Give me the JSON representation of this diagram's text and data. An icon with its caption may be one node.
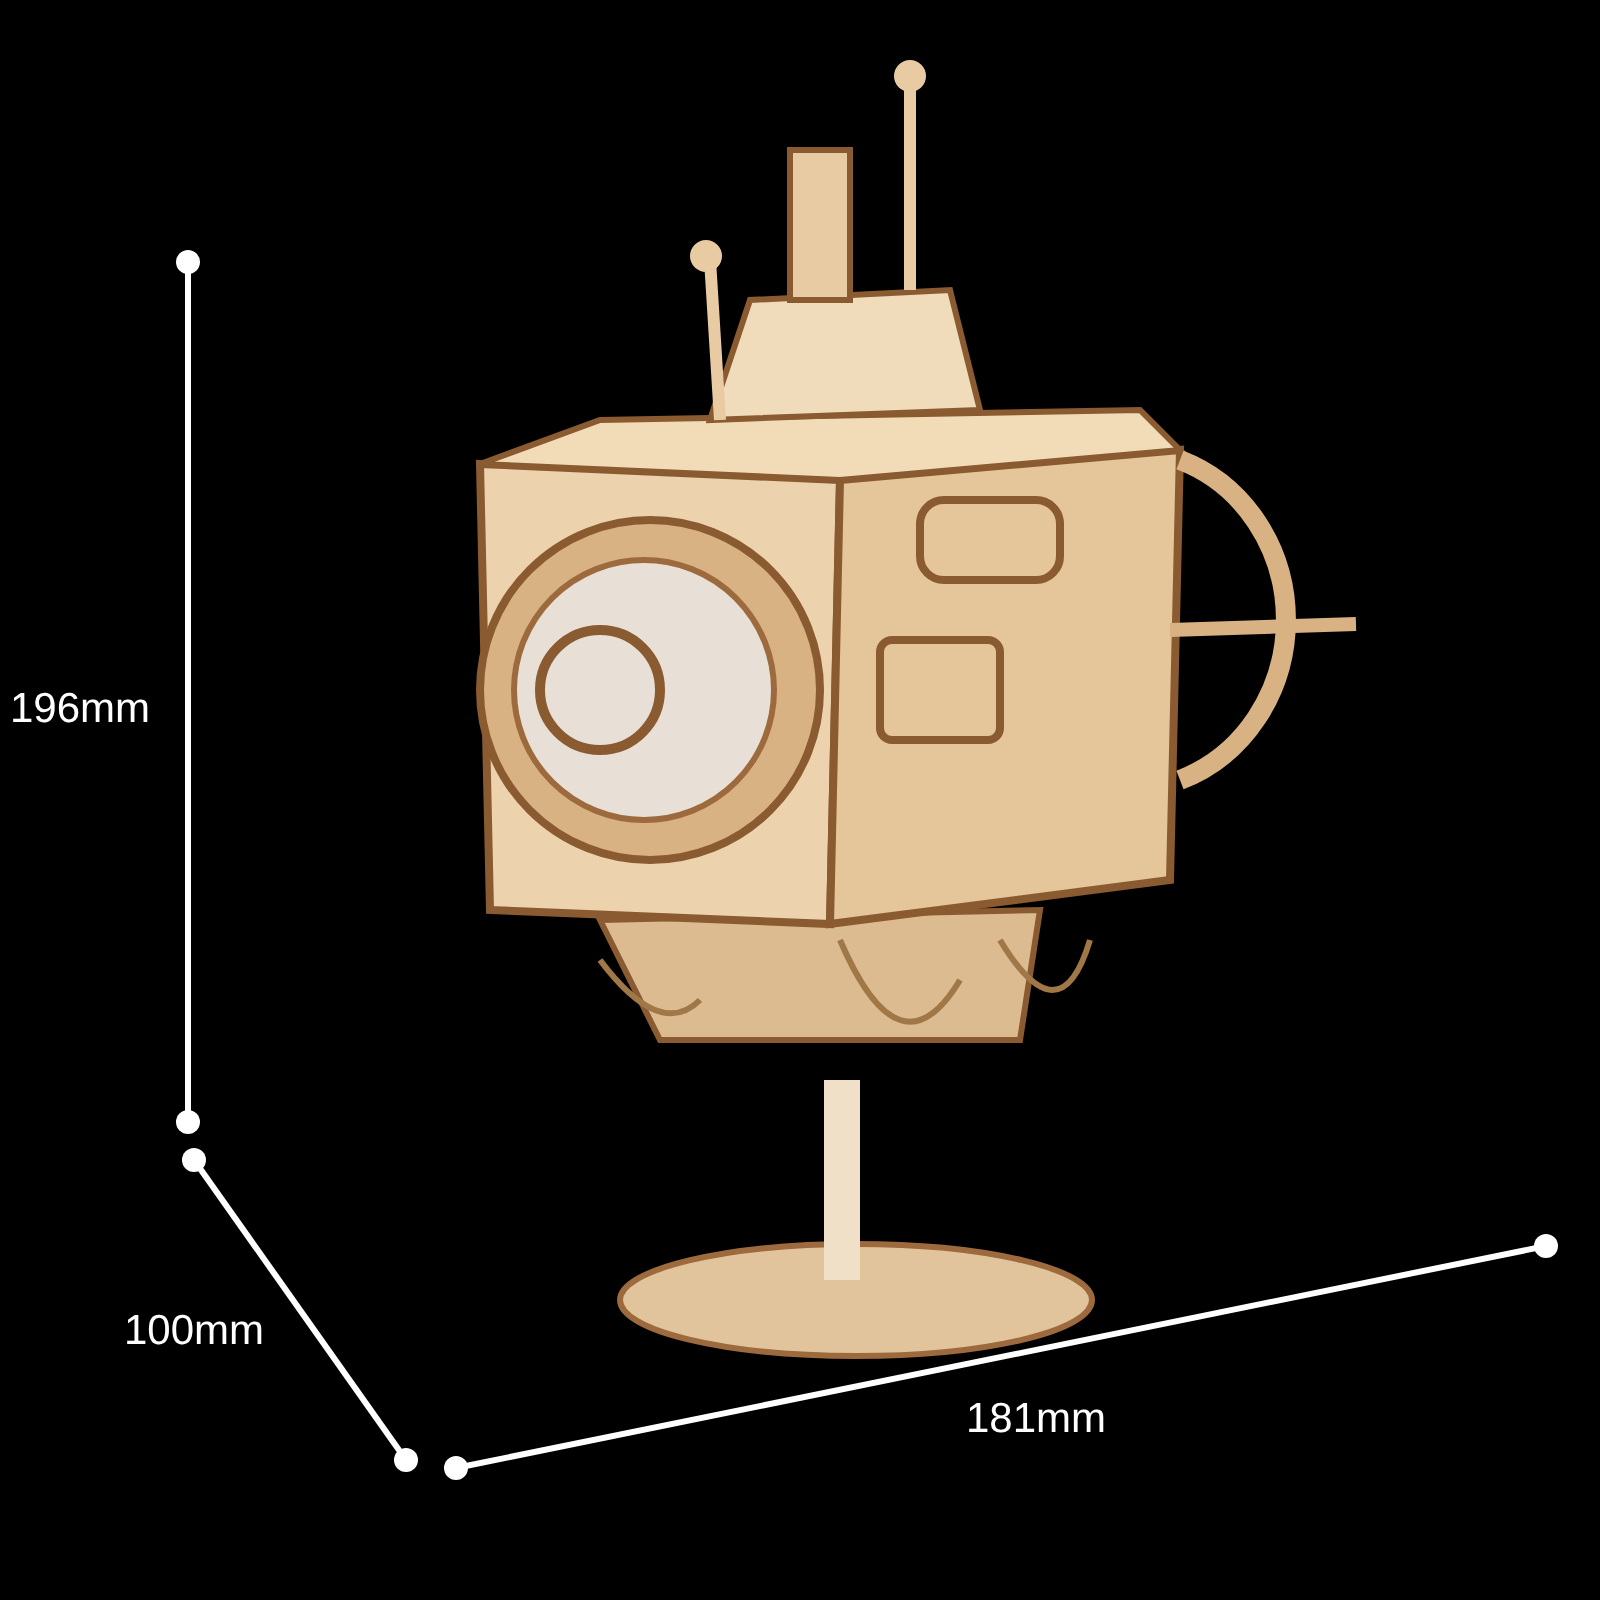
{
  "diagram": {
    "labels": [
      "196mm",
      "100mm",
      "181mm"
    ]
  }
}
